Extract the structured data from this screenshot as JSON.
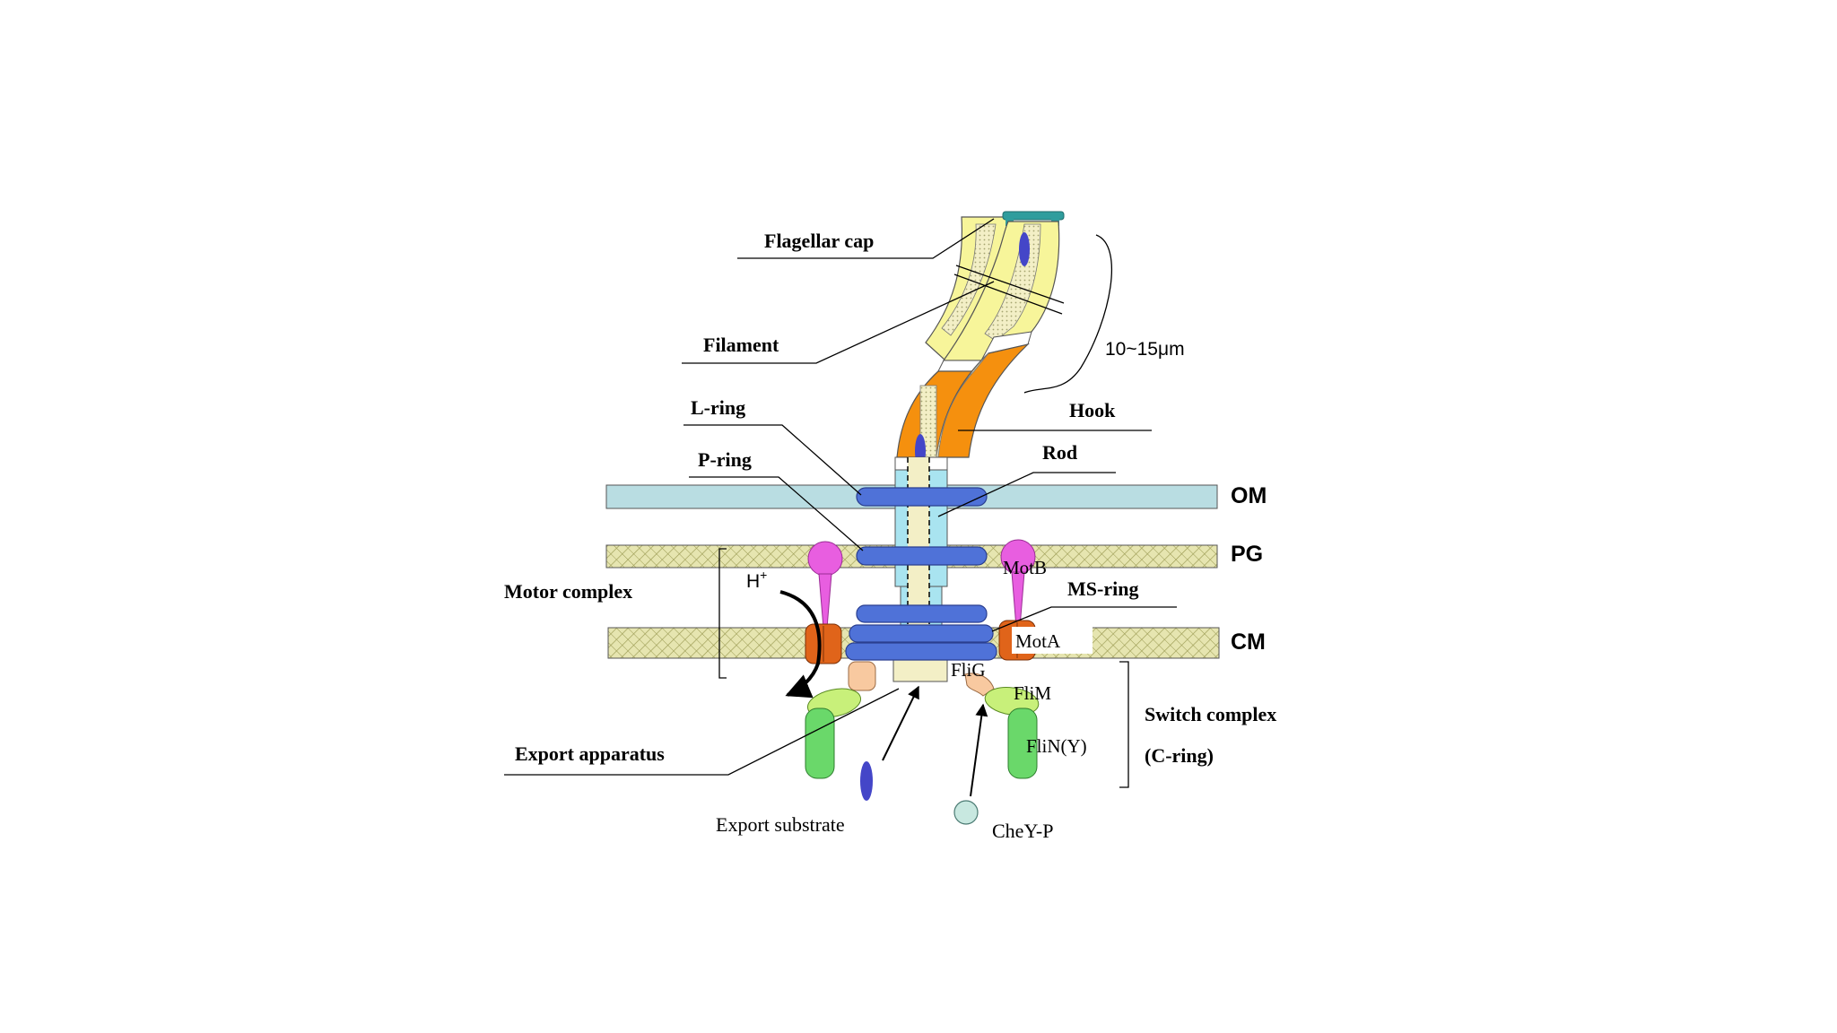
{
  "labels": {
    "flagellar_cap": "Flagellar cap",
    "filament": "Filament",
    "length": "10~15μm",
    "l_ring": "L-ring",
    "hook": "Hook",
    "p_ring": "P-ring",
    "rod": "Rod",
    "om": "OM",
    "pg": "PG",
    "cm": "CM",
    "motor_complex": "Motor complex",
    "h_plus": "H",
    "h_plus_sup": "+",
    "motb": "MotB",
    "ms_ring": "MS-ring",
    "mota": "MotA",
    "flig": "FliG",
    "flim": "FliM",
    "flin": "FliN(Y)",
    "switch_complex": "Switch complex",
    "c_ring": "(C-ring)",
    "export_apparatus": "Export apparatus",
    "export_substrate": "Export substrate",
    "chey_p": "CheY-P"
  },
  "colors": {
    "outer_membrane": "#b9dde2",
    "peptidoglycan": "#e6e5b0",
    "cytoplasmic_membrane": "#e6e5b0",
    "filament": "#f7f59a",
    "hook": "#f5900e",
    "rod": "#a9e4f0",
    "rings": "#4f72d8",
    "motb": "#e85ee0",
    "mota": "#e0641a",
    "fliG": "#f8c9a0",
    "fliM": "#c8f07a",
    "fliN": "#6ad86a",
    "cap": "#2f9d9d",
    "substrate": "#4446c8",
    "chey": "#c8e8e0"
  }
}
